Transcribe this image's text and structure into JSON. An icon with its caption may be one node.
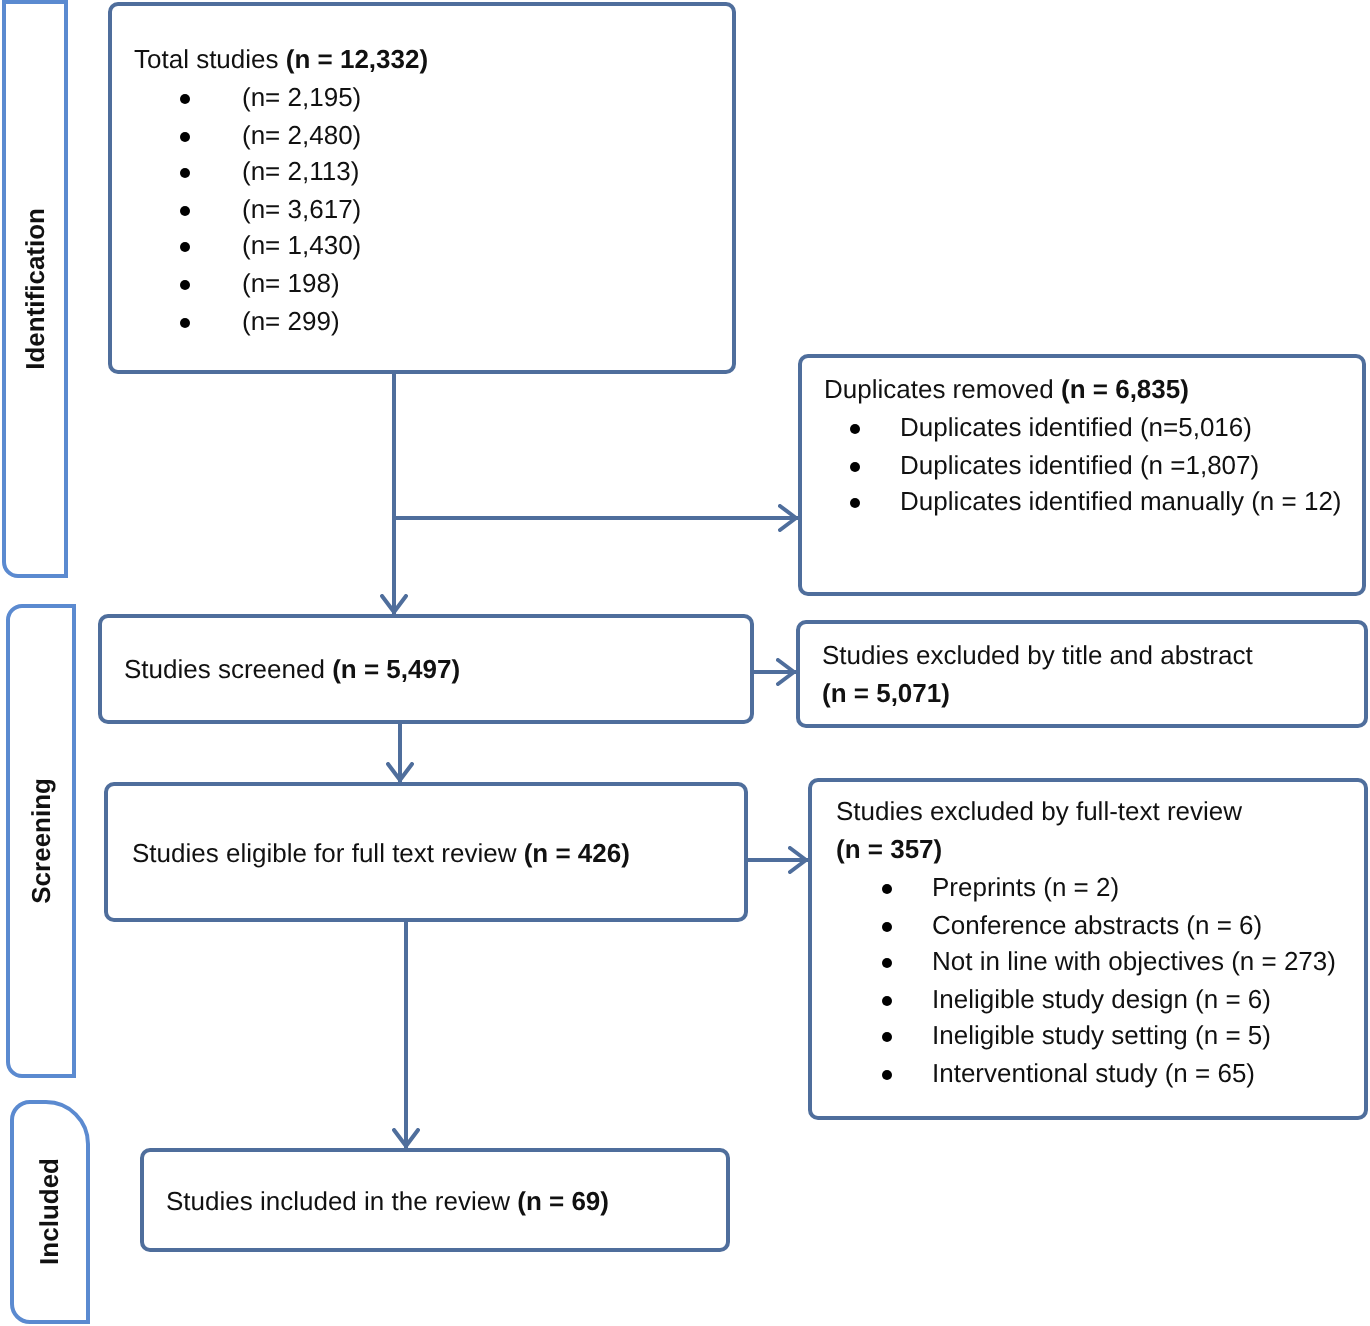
{
  "diagram": {
    "nodes": [
      {
        "text": [
          "Identification"
        ]
      },
      {
        "text": [
          "Total studies **(n = 12,332)**",
          "(n= 2,195)",
          "(n= 2,480)",
          "(n= 2,113)",
          "(n= 3,617)",
          "(n= 1,430)",
          "(n= 198)",
          "(n= 299)"
        ]
      },
      {
        "text": [
          "Duplicates removed **(n = 6,835)**",
          "Duplicates identified (n=5,016)",
          "Duplicates identified (n =1,807)",
          "Duplicates identified manually (n = 12)"
        ]
      },
      {
        "text": [
          "Screening"
        ]
      },
      {
        "text": [
          "Studies screened **(n = 5,497)**"
        ]
      },
      {
        "text": [
          "Studies excluded by title and abstract **(n = 5,071)**"
        ]
      },
      {
        "text": [
          "Studies eligible for full text review **(n = 426)**"
        ]
      },
      {
        "text": [
          "Studies excluded by full-text review **(n = 357)**",
          "Preprints (n = 2)",
          "Conference abstracts (n = 6)",
          "Not in line with objectives (n = 273)",
          "Ineligible study design (n = 6)",
          "Ineligible study setting (n = 5)",
          "Interventional study (n = 65)"
        ]
      },
      {
        "text": [
          "Included"
        ]
      },
      {
        "text": [
          "Studies included in the review **(n = 69)**"
        ]
      }
    ],
    "edges": [
      {
        "from": 1,
        "to": 2,
        "arrow": "to"
      },
      {
        "from": 1,
        "to": 4,
        "arrow": "to"
      },
      {
        "from": 4,
        "to": 5,
        "arrow": "to"
      },
      {
        "from": 4,
        "to": 6,
        "arrow": "to"
      },
      {
        "from": 6,
        "to": 7,
        "arrow": "to"
      },
      {
        "from": 6,
        "to": 9,
        "arrow": "to"
      }
    ]
  }
}
